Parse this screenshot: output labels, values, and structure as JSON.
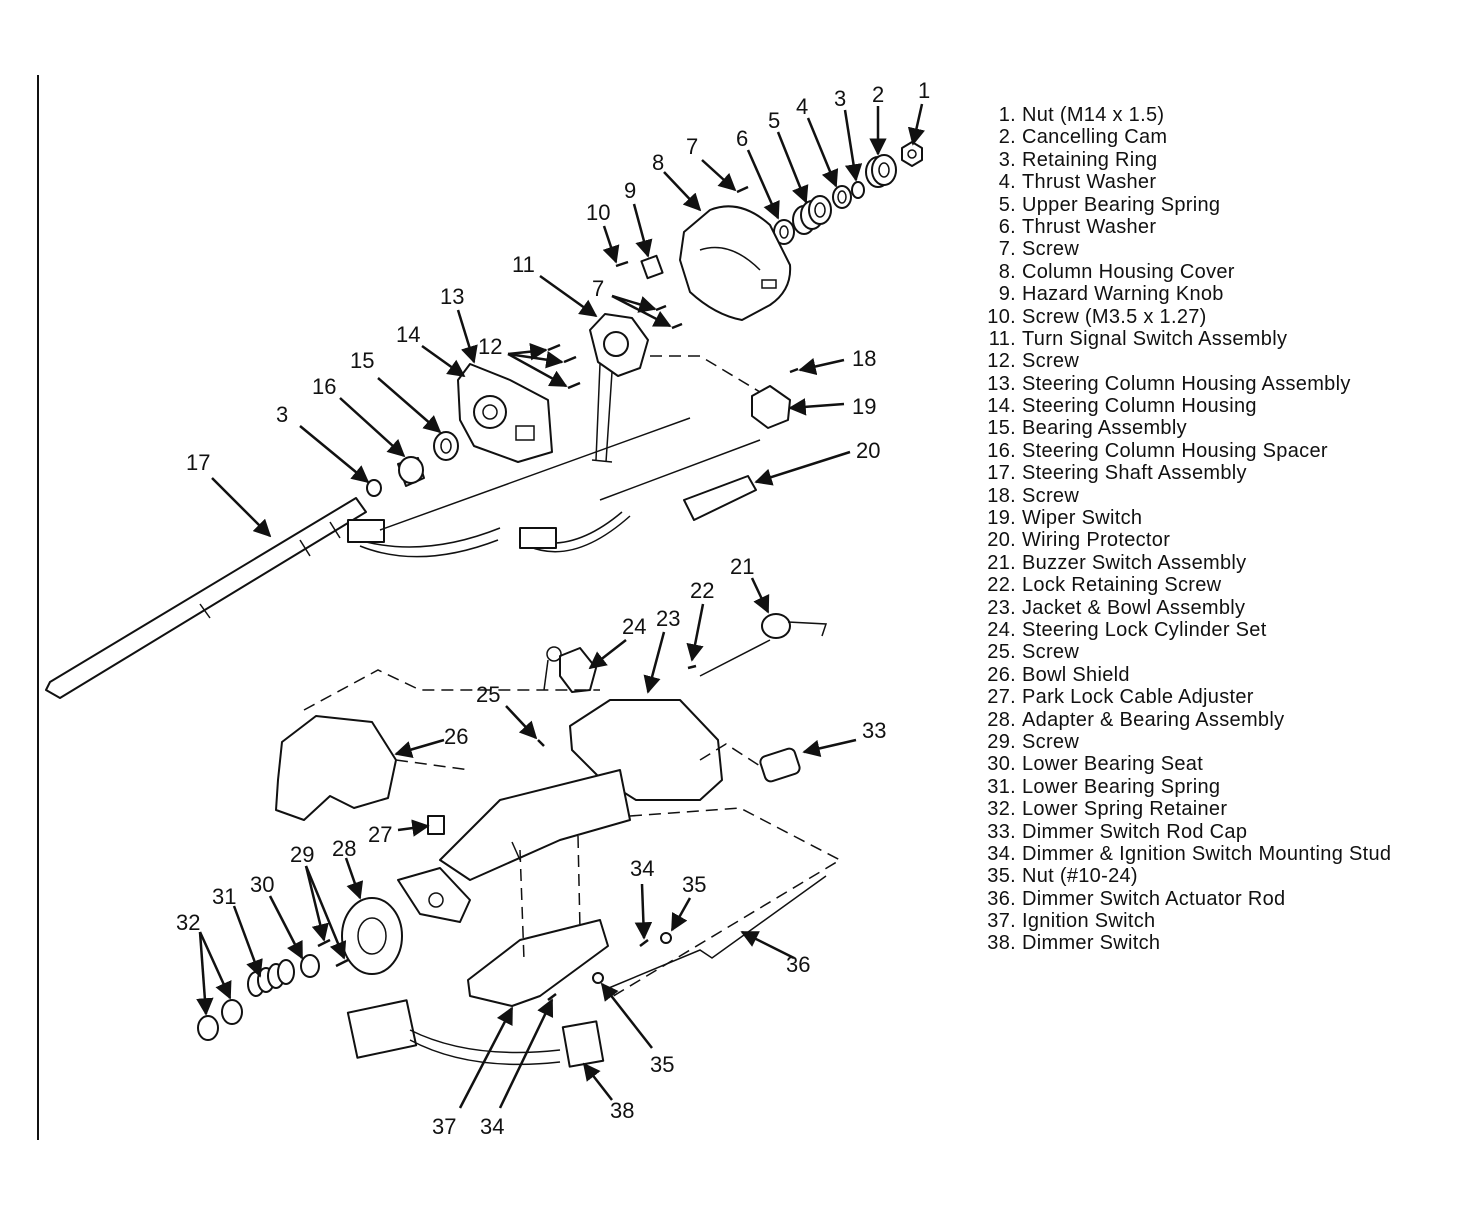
{
  "callouts": [
    {
      "id": "1",
      "text": "1"
    },
    {
      "id": "2",
      "text": "2"
    },
    {
      "id": "3a",
      "text": "3"
    },
    {
      "id": "3b",
      "text": "3"
    },
    {
      "id": "4",
      "text": "4"
    },
    {
      "id": "5",
      "text": "5"
    },
    {
      "id": "6",
      "text": "6"
    },
    {
      "id": "7a",
      "text": "7"
    },
    {
      "id": "7b",
      "text": "7"
    },
    {
      "id": "8",
      "text": "8"
    },
    {
      "id": "9",
      "text": "9"
    },
    {
      "id": "10",
      "text": "10"
    },
    {
      "id": "11",
      "text": "11"
    },
    {
      "id": "12",
      "text": "12"
    },
    {
      "id": "13",
      "text": "13"
    },
    {
      "id": "14",
      "text": "14"
    },
    {
      "id": "15",
      "text": "15"
    },
    {
      "id": "16",
      "text": "16"
    },
    {
      "id": "17",
      "text": "17"
    },
    {
      "id": "18",
      "text": "18"
    },
    {
      "id": "19",
      "text": "19"
    },
    {
      "id": "20",
      "text": "20"
    },
    {
      "id": "21",
      "text": "21"
    },
    {
      "id": "22",
      "text": "22"
    },
    {
      "id": "23",
      "text": "23"
    },
    {
      "id": "24",
      "text": "24"
    },
    {
      "id": "25",
      "text": "25"
    },
    {
      "id": "26",
      "text": "26"
    },
    {
      "id": "27",
      "text": "27"
    },
    {
      "id": "28",
      "text": "28"
    },
    {
      "id": "29",
      "text": "29"
    },
    {
      "id": "30",
      "text": "30"
    },
    {
      "id": "31",
      "text": "31"
    },
    {
      "id": "32",
      "text": "32"
    },
    {
      "id": "33",
      "text": "33"
    },
    {
      "id": "34a",
      "text": "34"
    },
    {
      "id": "34b",
      "text": "34"
    },
    {
      "id": "35a",
      "text": "35"
    },
    {
      "id": "35b",
      "text": "35"
    },
    {
      "id": "36",
      "text": "36"
    },
    {
      "id": "37",
      "text": "37"
    },
    {
      "id": "38",
      "text": "38"
    }
  ],
  "legend": [
    {
      "num": "1.",
      "label": "Nut (M14 x 1.5)"
    },
    {
      "num": "2.",
      "label": "Cancelling Cam"
    },
    {
      "num": "3.",
      "label": "Retaining Ring"
    },
    {
      "num": "4.",
      "label": "Thrust Washer"
    },
    {
      "num": "5.",
      "label": "Upper Bearing Spring"
    },
    {
      "num": "6.",
      "label": "Thrust Washer"
    },
    {
      "num": "7.",
      "label": "Screw"
    },
    {
      "num": "8.",
      "label": "Column Housing Cover"
    },
    {
      "num": "9.",
      "label": "Hazard Warning Knob"
    },
    {
      "num": "10.",
      "label": "Screw (M3.5 x 1.27)"
    },
    {
      "num": "11.",
      "label": "Turn Signal Switch Assembly"
    },
    {
      "num": "12.",
      "label": "Screw"
    },
    {
      "num": "13.",
      "label": "Steering Column Housing Assembly"
    },
    {
      "num": "14.",
      "label": "Steering Column Housing"
    },
    {
      "num": "15.",
      "label": "Bearing Assembly"
    },
    {
      "num": "16.",
      "label": "Steering Column Housing Spacer"
    },
    {
      "num": "17.",
      "label": "Steering Shaft Assembly"
    },
    {
      "num": "18.",
      "label": "Screw"
    },
    {
      "num": "19.",
      "label": "Wiper Switch"
    },
    {
      "num": "20.",
      "label": "Wiring Protector"
    },
    {
      "num": "21.",
      "label": "Buzzer Switch Assembly"
    },
    {
      "num": "22.",
      "label": "Lock Retaining Screw"
    },
    {
      "num": "23.",
      "label": "Jacket & Bowl Assembly"
    },
    {
      "num": "24.",
      "label": "Steering Lock Cylinder Set"
    },
    {
      "num": "25.",
      "label": "Screw"
    },
    {
      "num": "26.",
      "label": "Bowl Shield"
    },
    {
      "num": "27.",
      "label": "Park Lock Cable Adjuster"
    },
    {
      "num": "28.",
      "label": "Adapter & Bearing Assembly"
    },
    {
      "num": "29.",
      "label": "Screw"
    },
    {
      "num": "30.",
      "label": "Lower Bearing Seat"
    },
    {
      "num": "31.",
      "label": "Lower Bearing Spring"
    },
    {
      "num": "32.",
      "label": "Lower Spring Retainer"
    },
    {
      "num": "33.",
      "label": "Dimmer Switch Rod Cap"
    },
    {
      "num": "34.",
      "label": "Dimmer & Ignition Switch Mounting Stud"
    },
    {
      "num": "35.",
      "label": "Nut (#10-24)"
    },
    {
      "num": "36.",
      "label": "Dimmer Switch Actuator Rod"
    },
    {
      "num": "37.",
      "label": "Ignition Switch"
    },
    {
      "num": "38.",
      "label": "Dimmer Switch"
    }
  ]
}
